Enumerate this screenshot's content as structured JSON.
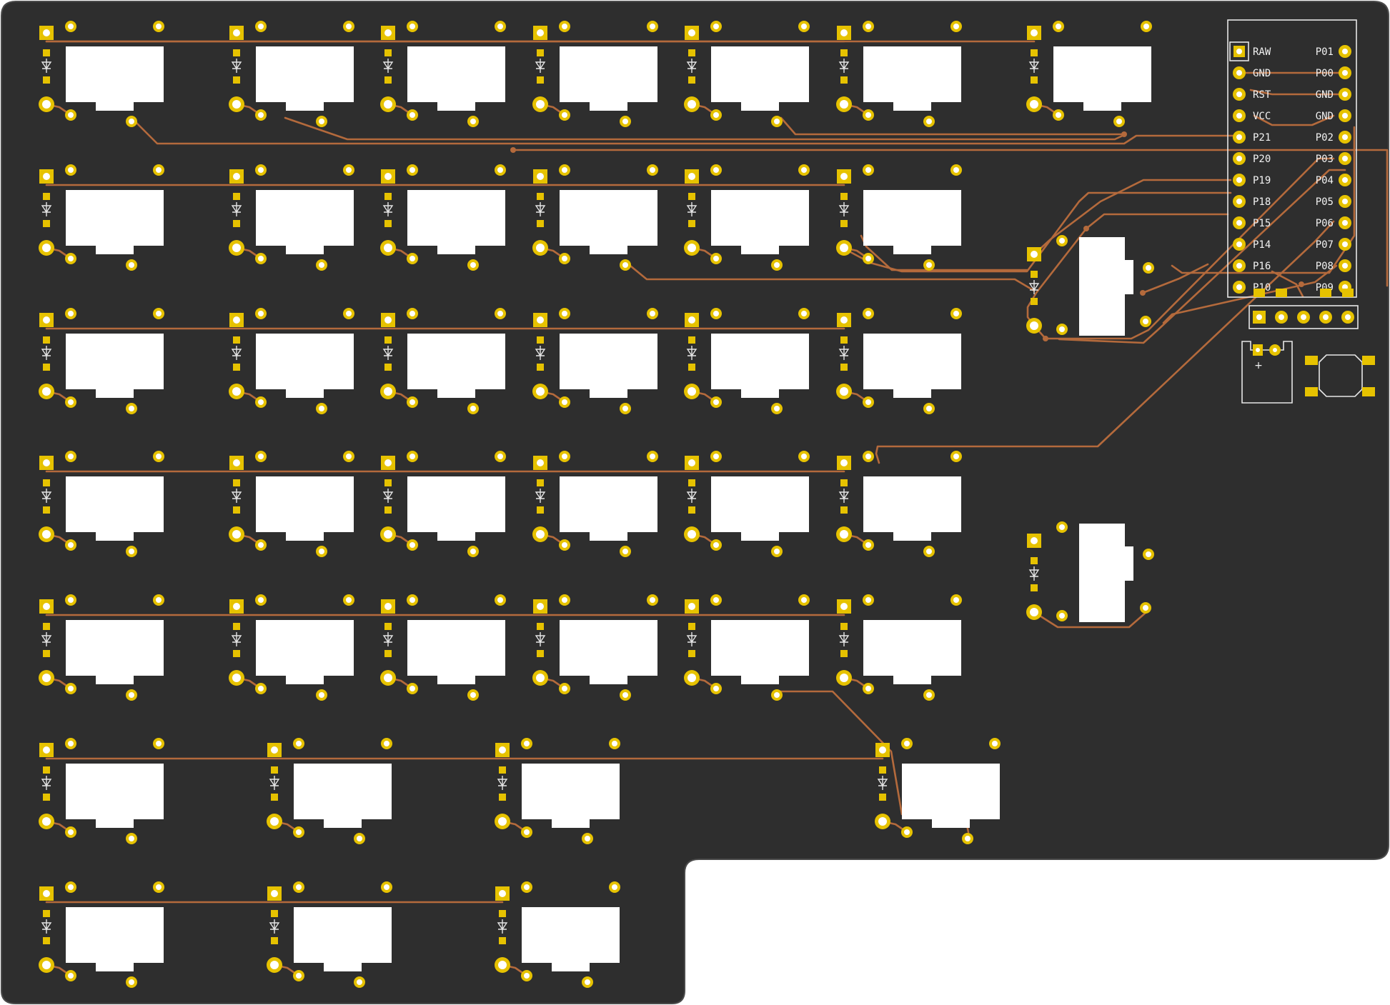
{
  "board": {
    "colors": {
      "board": "#2e2e2e",
      "board_edge": "#4a4a4a",
      "trace": "#b46a3c",
      "pad": "#e6c200",
      "pad_hole": "#ffffff",
      "cutout": "#ffffff",
      "silk": "#e6e6e6"
    }
  },
  "controller": {
    "left_pins": [
      "RAW",
      "GND",
      "RST",
      "VCC",
      "P21",
      "P20",
      "P19",
      "P18",
      "P15",
      "P14",
      "P16",
      "P10"
    ],
    "right_pins": [
      "P01",
      "P00",
      "GND",
      "GND",
      "P02",
      "P03",
      "P04",
      "P05",
      "P06",
      "P07",
      "P08",
      "P09"
    ]
  },
  "battery": {
    "polarity_label": "+"
  }
}
